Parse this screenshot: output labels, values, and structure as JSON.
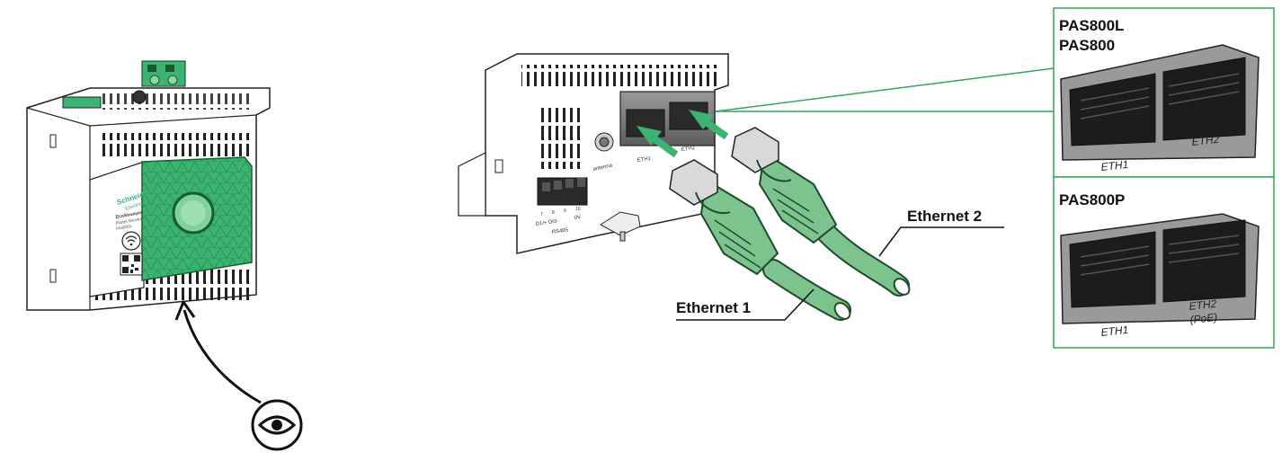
{
  "device": {
    "brand": "Schneider Electric",
    "brand_short": "Schneider",
    "brand_sub": "Electric",
    "product": "EcoStruxure",
    "product_sub": "Panel Server",
    "model_small": "PAS800L"
  },
  "callouts": {
    "ethernet1": "Ethernet 1",
    "ethernet2": "Ethernet 2"
  },
  "port_labels_main": {
    "eth1": "ETH1",
    "eth2": "ETH2",
    "antenna": "antenna",
    "rs485": "RS485",
    "terminal_numbers": [
      "7",
      "8",
      "9",
      "10"
    ],
    "terminal_signals": "D1/+ D0/-",
    "zero_v": "0V"
  },
  "variants": [
    {
      "title_lines": [
        "PAS800L",
        "PAS800"
      ],
      "eth1": "ETH1",
      "eth2": "ETH2",
      "eth2_sub": ""
    },
    {
      "title_lines": [
        "PAS800P"
      ],
      "eth1": "ETH1",
      "eth2": "ETH2",
      "eth2_sub": "(PoE)"
    }
  ],
  "colors": {
    "accent_green": "#3cb371",
    "cable_green": "#7cc38e",
    "cable_dark": "#1f4a2a",
    "frame_green": "#33a65a",
    "line": "#1a1a1a",
    "port_gray": "#8a8a8a"
  },
  "icons": {
    "view": "eye-icon",
    "wifi": "wifi-icon",
    "qr": "qr-code-icon"
  }
}
